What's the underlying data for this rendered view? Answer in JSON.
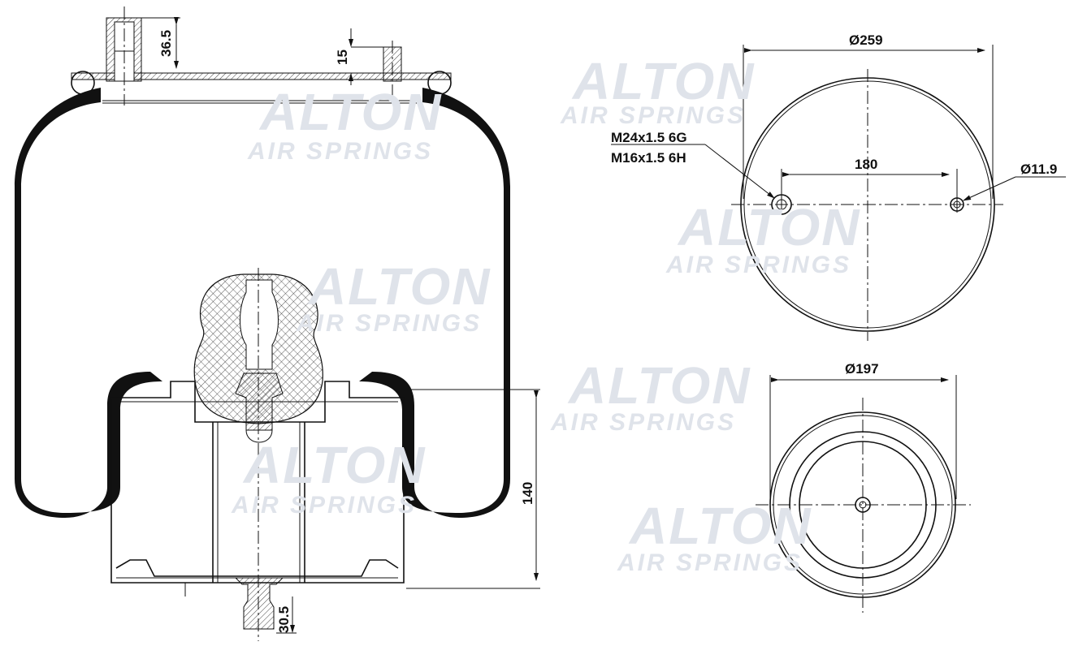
{
  "watermark": {
    "brand": "ALTON",
    "tagline": "AIR SPRINGS"
  },
  "side_view": {
    "stud_height": "36.5",
    "pin_height": "15",
    "piston_height": "140",
    "bottom_stud_height": "30.5"
  },
  "top_view": {
    "outer_diameter": "Ø259",
    "hole_spacing": "180",
    "hole_diameter": "Ø11.9",
    "thread_primary": "M24x1.5 6G",
    "thread_secondary": "M16x1.5 6H"
  },
  "bottom_view": {
    "outer_diameter": "Ø197"
  }
}
